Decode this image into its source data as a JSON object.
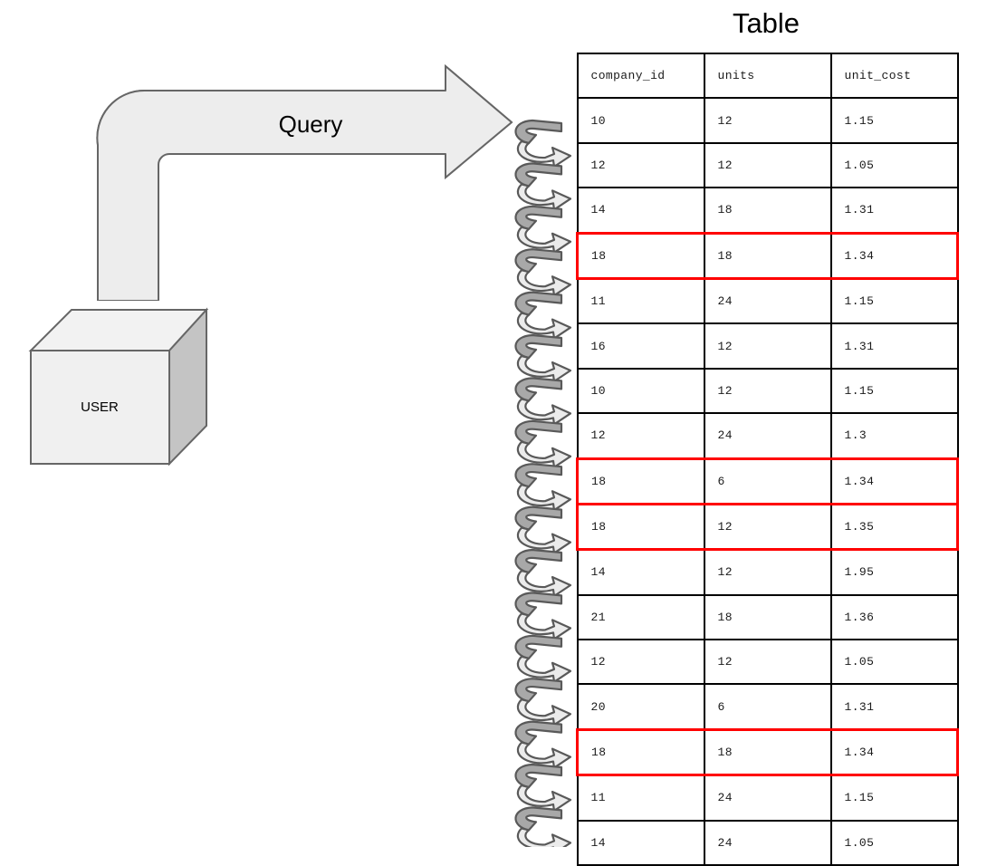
{
  "diagram": {
    "type": "flow-diagram",
    "actor": {
      "label": "USER",
      "shape": "cube"
    },
    "arrow": {
      "label": "Query",
      "shape": "bent-block-arrow",
      "direction": "up-then-right",
      "fill_color": "#ededed",
      "stroke_color": "#666666"
    },
    "connector": {
      "name": "coil-arrows",
      "shape": "stacked-loop-arrows",
      "count": 17,
      "top_band_color": "#a8a8a8",
      "bottom_band_color": "#ebebeb",
      "stroke_color": "#595959"
    }
  },
  "table": {
    "title": "Table",
    "highlight_color": "#ff0000",
    "grid_color": "#000000",
    "columns": [
      "company_id",
      "units",
      "unit_cost"
    ],
    "rows": [
      {
        "company_id": "10",
        "units": "12",
        "unit_cost": "1.15",
        "highlight": false
      },
      {
        "company_id": "12",
        "units": "12",
        "unit_cost": "1.05",
        "highlight": false
      },
      {
        "company_id": "14",
        "units": "18",
        "unit_cost": "1.31",
        "highlight": false
      },
      {
        "company_id": "18",
        "units": "18",
        "unit_cost": "1.34",
        "highlight": true
      },
      {
        "company_id": "11",
        "units": "24",
        "unit_cost": "1.15",
        "highlight": false
      },
      {
        "company_id": "16",
        "units": "12",
        "unit_cost": "1.31",
        "highlight": false
      },
      {
        "company_id": "10",
        "units": "12",
        "unit_cost": "1.15",
        "highlight": false
      },
      {
        "company_id": "12",
        "units": "24",
        "unit_cost": "1.3",
        "highlight": false
      },
      {
        "company_id": "18",
        "units": "6",
        "unit_cost": "1.34",
        "highlight": true
      },
      {
        "company_id": "18",
        "units": "12",
        "unit_cost": "1.35",
        "highlight": true
      },
      {
        "company_id": "14",
        "units": "12",
        "unit_cost": "1.95",
        "highlight": false
      },
      {
        "company_id": "21",
        "units": "18",
        "unit_cost": "1.36",
        "highlight": false
      },
      {
        "company_id": "12",
        "units": "12",
        "unit_cost": "1.05",
        "highlight": false
      },
      {
        "company_id": "20",
        "units": "6",
        "unit_cost": "1.31",
        "highlight": false
      },
      {
        "company_id": "18",
        "units": "18",
        "unit_cost": "1.34",
        "highlight": true
      },
      {
        "company_id": "11",
        "units": "24",
        "unit_cost": "1.15",
        "highlight": false
      },
      {
        "company_id": "14",
        "units": "24",
        "unit_cost": "1.05",
        "highlight": false
      }
    ]
  }
}
